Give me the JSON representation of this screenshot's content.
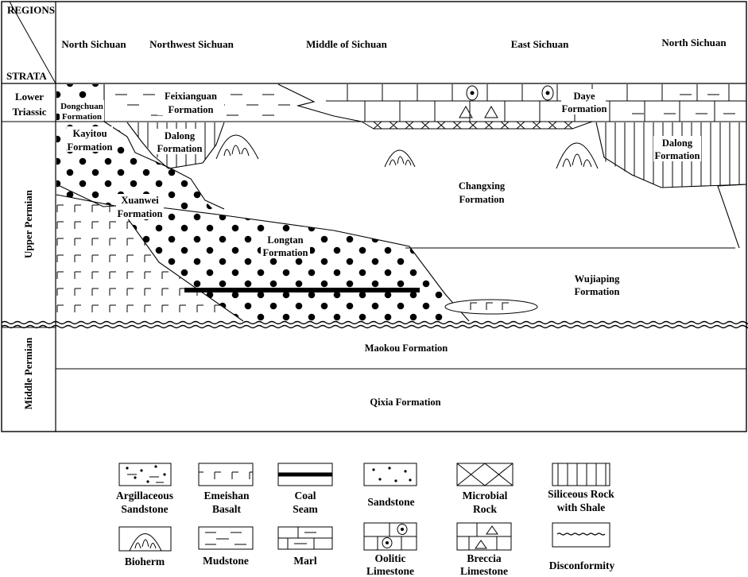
{
  "corner": {
    "top": "REGIONS",
    "bottom": "STRATA"
  },
  "regions": [
    "North Sichuan",
    "Northwest Sichuan",
    "Middle of Sichuan",
    "East Sichuan",
    "North Sichuan"
  ],
  "strata": {
    "lower_triassic": [
      "Lower",
      "Triassic"
    ],
    "upper_permian": "Upper Permian",
    "middle_permian": "Middle Permian"
  },
  "formations": {
    "dongchuan": [
      "Dongchuan",
      "Formation"
    ],
    "feixianguan": [
      "Feixianguan",
      "Formation"
    ],
    "daye": [
      "Daye",
      "Formation"
    ],
    "kayitou": [
      "Kayitou",
      "Formation"
    ],
    "dalong_w": [
      "Dalong",
      "Formation"
    ],
    "dalong_e": [
      "Dalong",
      "Formation"
    ],
    "xuanwei": [
      "Xuanwei",
      "Formation"
    ],
    "changxing": [
      "Changxing",
      "Formation"
    ],
    "longtan": [
      "Longtan",
      "Formation"
    ],
    "wujiaping": [
      "Wujiaping",
      "Formation"
    ],
    "maokou": "Maokou Formation",
    "qixia": "Qixia Formation"
  },
  "legend": [
    {
      "key": "argillaceous_sandstone",
      "label": [
        "Argillaceous",
        "Sandstone"
      ]
    },
    {
      "key": "emeishan_basalt",
      "label": [
        "Emeishan",
        "Basalt"
      ]
    },
    {
      "key": "coal_seam",
      "label": [
        "Coal",
        "Seam"
      ]
    },
    {
      "key": "sandstone",
      "label": [
        "Sandstone"
      ]
    },
    {
      "key": "microbial_rock",
      "label": [
        "Microbial",
        "Rock"
      ]
    },
    {
      "key": "siliceous_rock_with_shale",
      "label": [
        "Siliceous Rock",
        "with Shale"
      ]
    },
    {
      "key": "bioherm",
      "label": [
        "Bioherm"
      ]
    },
    {
      "key": "mudstone",
      "label": [
        "Mudstone"
      ]
    },
    {
      "key": "marl",
      "label": [
        "Marl"
      ]
    },
    {
      "key": "oolitic_limestone",
      "label": [
        "Oolitic",
        "Limestone"
      ]
    },
    {
      "key": "breccia_limestone",
      "label": [
        "Breccia",
        "Limestone"
      ]
    },
    {
      "key": "disconformity",
      "label": [
        "Disconformity"
      ]
    }
  ]
}
